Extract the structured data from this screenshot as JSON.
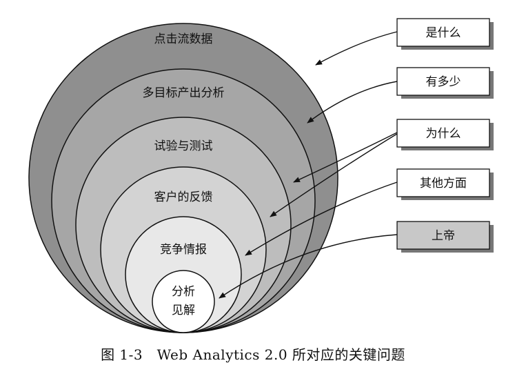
{
  "diagram": {
    "rings": [
      {
        "label": "点击流数据",
        "fill": "#8f8f8f"
      },
      {
        "label": "多目标产出分析",
        "fill": "#a6a6a6"
      },
      {
        "label": "试验与测试",
        "fill": "#bdbdbd"
      },
      {
        "label": "客户的反馈",
        "fill": "#d3d3d3"
      },
      {
        "label": "竞争情报",
        "fill": "#e8e8e8"
      },
      {
        "label_line1": "分析",
        "label_line2": "见解",
        "fill": "#ffffff"
      }
    ],
    "questions": [
      {
        "label": "是什么",
        "fill": "#ffffff"
      },
      {
        "label": "有多少",
        "fill": "#ffffff"
      },
      {
        "label": "为什么",
        "fill": "#ffffff"
      },
      {
        "label": "其他方面",
        "fill": "#ffffff"
      },
      {
        "label": "上帝",
        "fill": "#c8c8c8"
      }
    ]
  },
  "caption": "图 1-3　Web Analytics 2.0 所对应的关键问题"
}
